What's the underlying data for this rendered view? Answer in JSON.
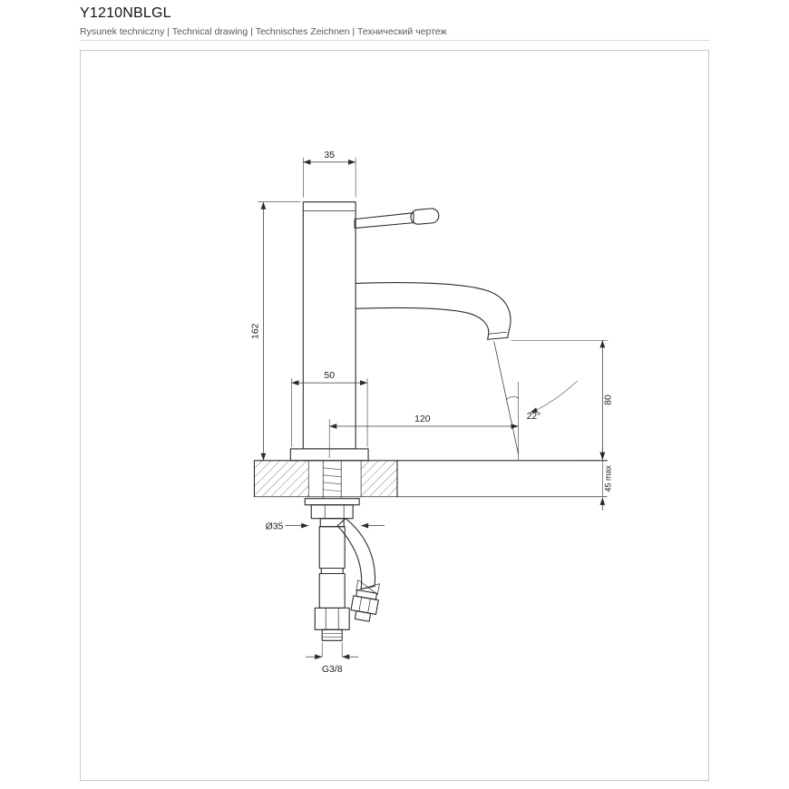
{
  "header": {
    "title": "Y1210NBLGL",
    "subtitle": "Rysunek techniczny | Technical drawing | Technisches Zeichnen | Технический чертеж"
  },
  "drawing": {
    "dims": {
      "top_width": "35",
      "body_height": "162",
      "base_width": "50",
      "spout_reach": "120",
      "stream_angle": "22°",
      "spout_height": "80",
      "deck_thickness": "45 max",
      "hole_diameter": "Ø35",
      "thread": "G3/8"
    }
  },
  "colors": {
    "ink": "#2b2b2b",
    "dim_lines": "#3a3a3a",
    "frame_border": "#c9c9c9",
    "subtitle_text": "#595959"
  }
}
